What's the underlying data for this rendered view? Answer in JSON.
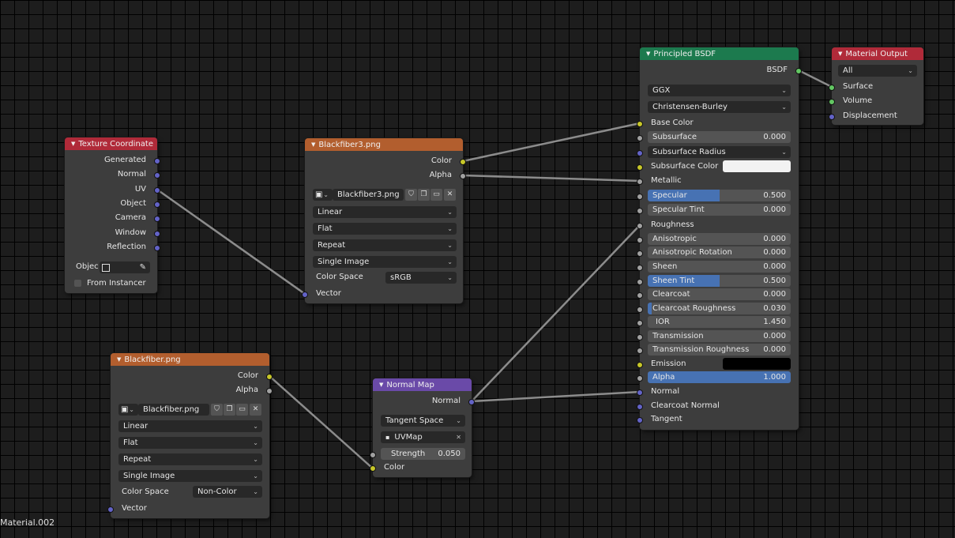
{
  "footer": {
    "material_name": "Material.002"
  },
  "texture_coordinate": {
    "title": "Texture Coordinate",
    "outputs": [
      "Generated",
      "Normal",
      "UV",
      "Object",
      "Camera",
      "Window",
      "Reflection"
    ],
    "object_label": "Objec",
    "from_instancer_label": "From Instancer"
  },
  "image_node_1": {
    "title": "Blackfiber3.png",
    "output_color": "Color",
    "output_alpha": "Alpha",
    "image_name": "Blackfiber3.png",
    "interpolation": "Linear",
    "projection": "Flat",
    "extension": "Repeat",
    "source": "Single Image",
    "color_space_label": "Color Space",
    "color_space_value": "sRGB",
    "input_vector": "Vector"
  },
  "image_node_2": {
    "title": "Blackfiber.png",
    "output_color": "Color",
    "output_alpha": "Alpha",
    "image_name": "Blackfiber.png",
    "interpolation": "Linear",
    "projection": "Flat",
    "extension": "Repeat",
    "source": "Single Image",
    "color_space_label": "Color Space",
    "color_space_value": "Non-Color",
    "input_vector": "Vector"
  },
  "normal_map": {
    "title": "Normal Map",
    "output_normal": "Normal",
    "space": "Tangent Space",
    "uv_map": "UVMap",
    "strength_label": "Strength",
    "strength_value": "0.050",
    "input_color": "Color"
  },
  "principled": {
    "title": "Principled BSDF",
    "output": "BSDF",
    "distribution": "GGX",
    "subsurface_method": "Christensen-Burley",
    "base_color_label": "Base Color",
    "subsurface_label": "Subsurface",
    "subsurface_value": "0.000",
    "subsurface_radius_label": "Subsurface Radius",
    "subsurface_color_label": "Subsurface Color",
    "metallic_label": "Metallic",
    "specular_label": "Specular",
    "specular_value": "0.500",
    "specular_fraction": 0.5,
    "specular_tint_label": "Specular Tint",
    "specular_tint_value": "0.000",
    "roughness_label": "Roughness",
    "anisotropic_label": "Anisotropic",
    "anisotropic_value": "0.000",
    "anisotropic_rotation_label": "Anisotropic Rotation",
    "anisotropic_rotation_value": "0.000",
    "sheen_label": "Sheen",
    "sheen_value": "0.000",
    "sheen_tint_label": "Sheen Tint",
    "sheen_tint_value": "0.500",
    "sheen_tint_fraction": 0.5,
    "clearcoat_label": "Clearcoat",
    "clearcoat_value": "0.000",
    "clearcoat_roughness_label": "Clearcoat Roughness",
    "clearcoat_roughness_value": "0.030",
    "clearcoat_roughness_fraction": 0.03,
    "ior_label": "IOR",
    "ior_value": "1.450",
    "transmission_label": "Transmission",
    "transmission_value": "0.000",
    "transmission_roughness_label": "Transmission Roughness",
    "transmission_roughness_value": "0.000",
    "emission_label": "Emission",
    "alpha_label": "Alpha",
    "alpha_value": "1.000",
    "alpha_fraction": 1.0,
    "normal_label": "Normal",
    "clearcoat_normal_label": "Clearcoat Normal",
    "tangent_label": "Tangent",
    "subsurface_color_swatch": "#f2f2f2",
    "emission_swatch": "#000000"
  },
  "material_output": {
    "title": "Material Output",
    "target": "All",
    "surface_label": "Surface",
    "volume_label": "Volume",
    "displacement_label": "Displacement"
  }
}
